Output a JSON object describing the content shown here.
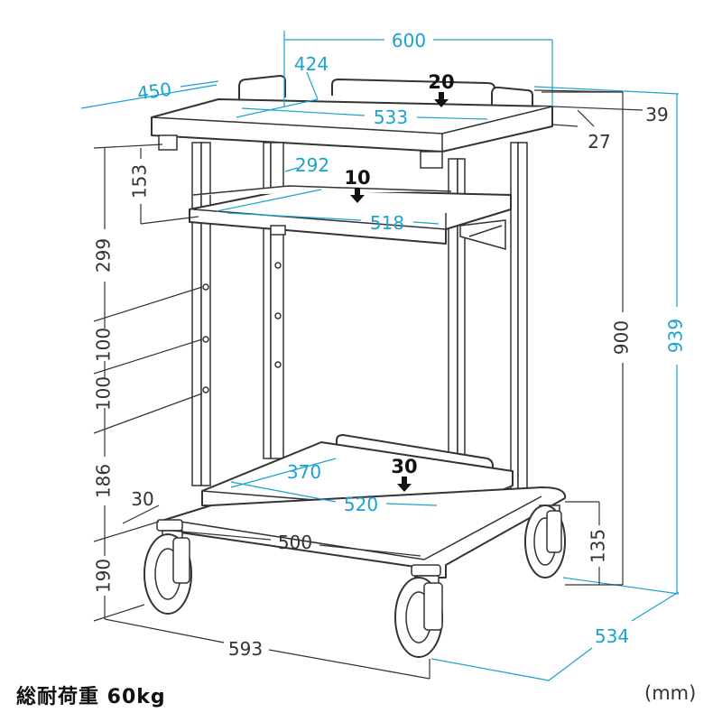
{
  "caption": {
    "load_capacity": "総耐荷重 60kg",
    "unit": "(mm)"
  },
  "colors": {
    "blue_dimension": "#1aa3cf",
    "dark_dimension": "#333333",
    "outline": "#333333"
  },
  "dimensions_blue": {
    "top_width": "600",
    "top_depth": "450",
    "top_inner_depth": "424",
    "top_inner_width": "533",
    "keyboard_depth": "292",
    "keyboard_width": "518",
    "bottom_depth": "370",
    "bottom_width": "520",
    "total_height": "939",
    "base_depth": "534"
  },
  "dimensions_dark": {
    "rail_height": "39",
    "top_thickness": "27",
    "top_to_keyboard": "153",
    "keyboard_to_first_hole": "299",
    "hole_pitch_1": "100",
    "hole_pitch_2": "100",
    "last_hole_to_bottom": "186",
    "bottom_lip": "30",
    "bottom_shelf_height": "190",
    "height_to_top": "900",
    "base_height": "135",
    "caster_span": "500",
    "base_width": "593"
  },
  "loads": {
    "top": "20",
    "keyboard": "10",
    "bottom": "30"
  }
}
